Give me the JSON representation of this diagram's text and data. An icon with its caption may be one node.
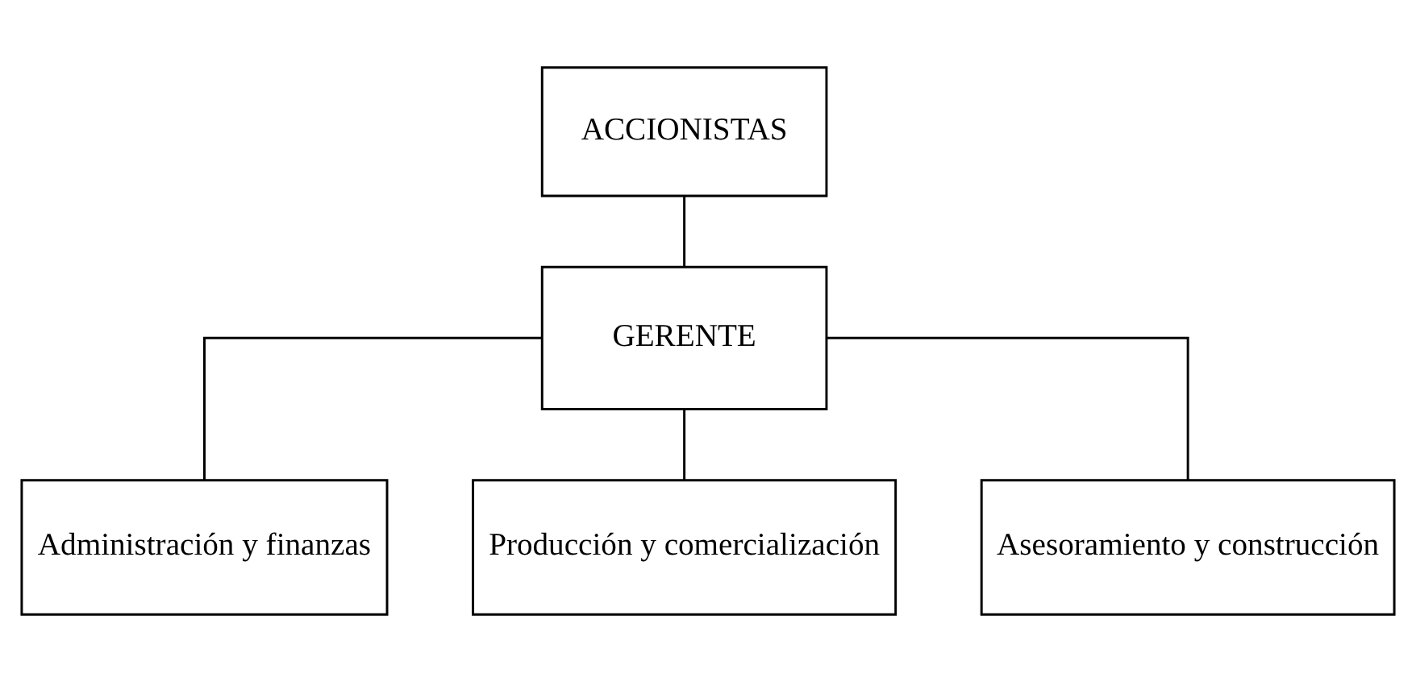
{
  "diagram": {
    "nodes": [
      {
        "text": [
          "ACCIONISTAS"
        ]
      },
      {
        "text": [
          "GERENTE"
        ]
      },
      {
        "text": [
          "Administración y finanzas"
        ]
      },
      {
        "text": [
          "Producción y comercialización"
        ]
      },
      {
        "text": [
          "Asesoramiento y construcción"
        ]
      }
    ],
    "edges": [
      {
        "from": 0,
        "to": 1,
        "arrow": "none"
      },
      {
        "from": 1,
        "to": 2,
        "arrow": "none"
      },
      {
        "from": 1,
        "to": 3,
        "arrow": "none"
      },
      {
        "from": 1,
        "to": 4,
        "arrow": "none"
      }
    ]
  }
}
